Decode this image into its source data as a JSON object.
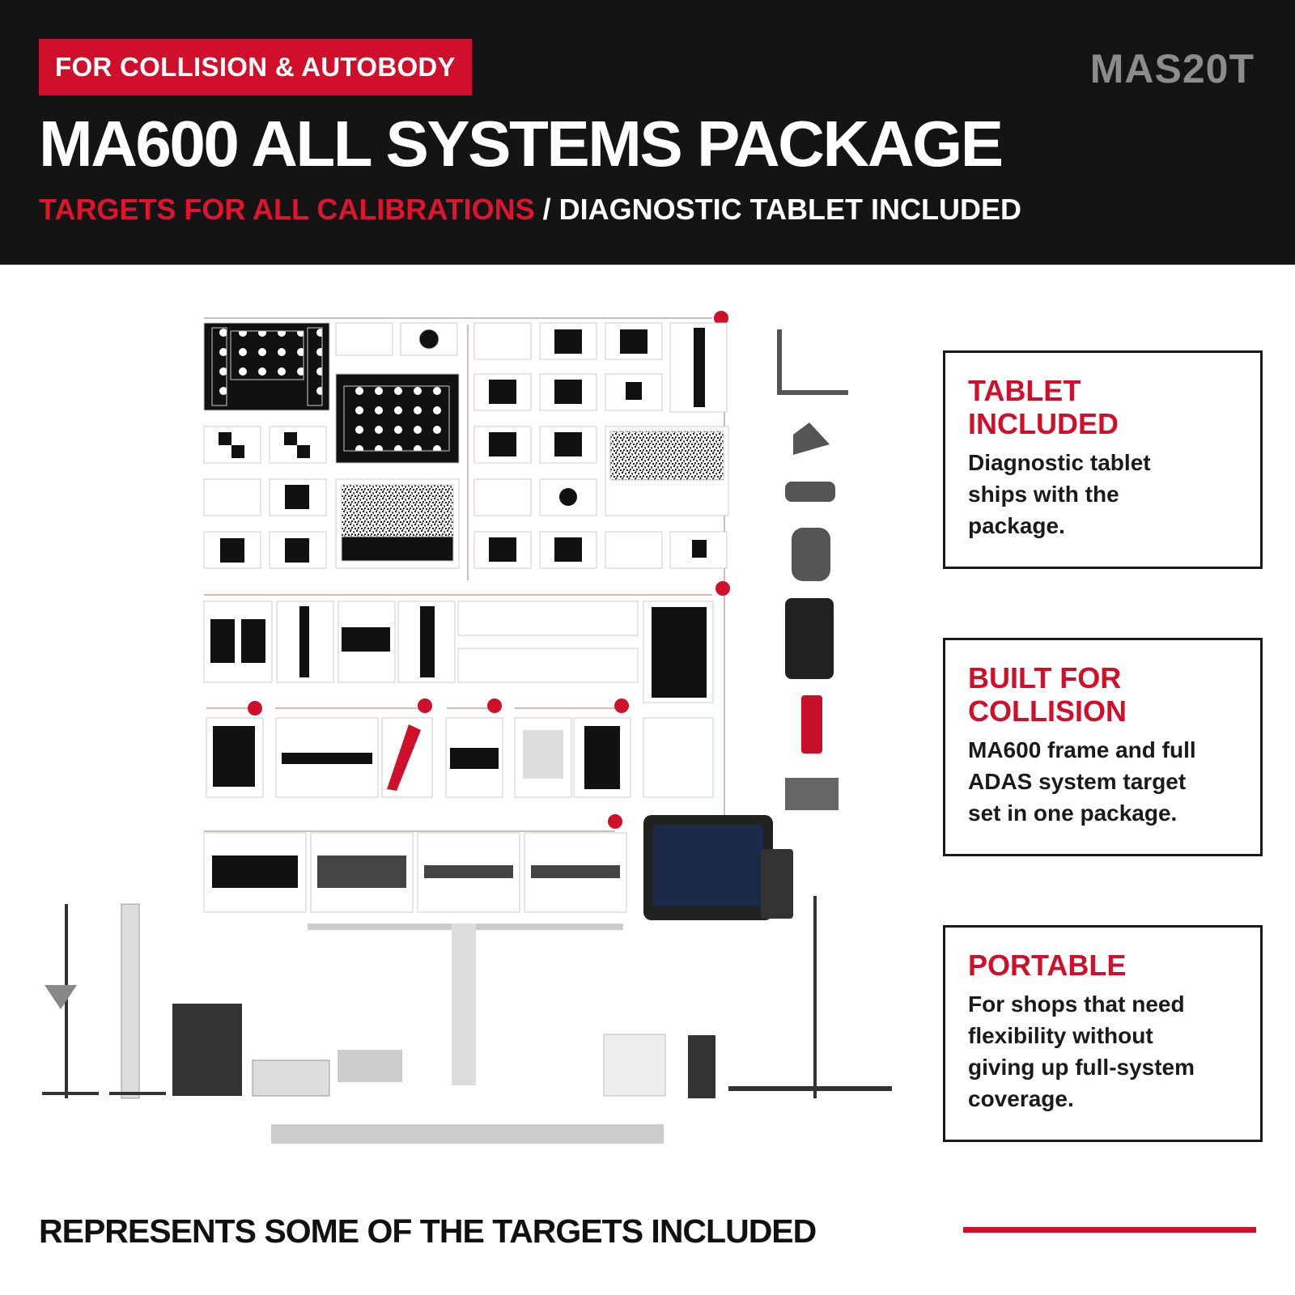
{
  "header": {
    "badge": "FOR COLLISION & AUTOBODY",
    "model": "MAS20T",
    "title": "MA600 ALL SYSTEMS PACKAGE",
    "subtitle_red": "TARGETS FOR ALL CALIBRATIONS",
    "subtitle_white": " / DIAGNOSTIC TABLET INCLUDED"
  },
  "cards": [
    {
      "title": "TABLET\nINCLUDED",
      "body": "Diagnostic tablet\nships with the\npackage."
    },
    {
      "title": "BUILT FOR\nCOLLISION",
      "body": "MA600 frame and full\nADAS system target\nset in one package."
    },
    {
      "title": " PORTABLE",
      "body": "For shops that need\nflexibility without\ngiving up full-system\ncoverage."
    }
  ],
  "footer": {
    "text": "REPRESENTS SOME OF THE TARGETS INCLUDED"
  },
  "colors": {
    "brand_red": "#d0102a",
    "header_bg": "#141414",
    "model_gray": "#8c8c8c"
  },
  "icons": [
    "car-icon",
    "camera-icon",
    "lane-icon",
    "radar-icon"
  ]
}
